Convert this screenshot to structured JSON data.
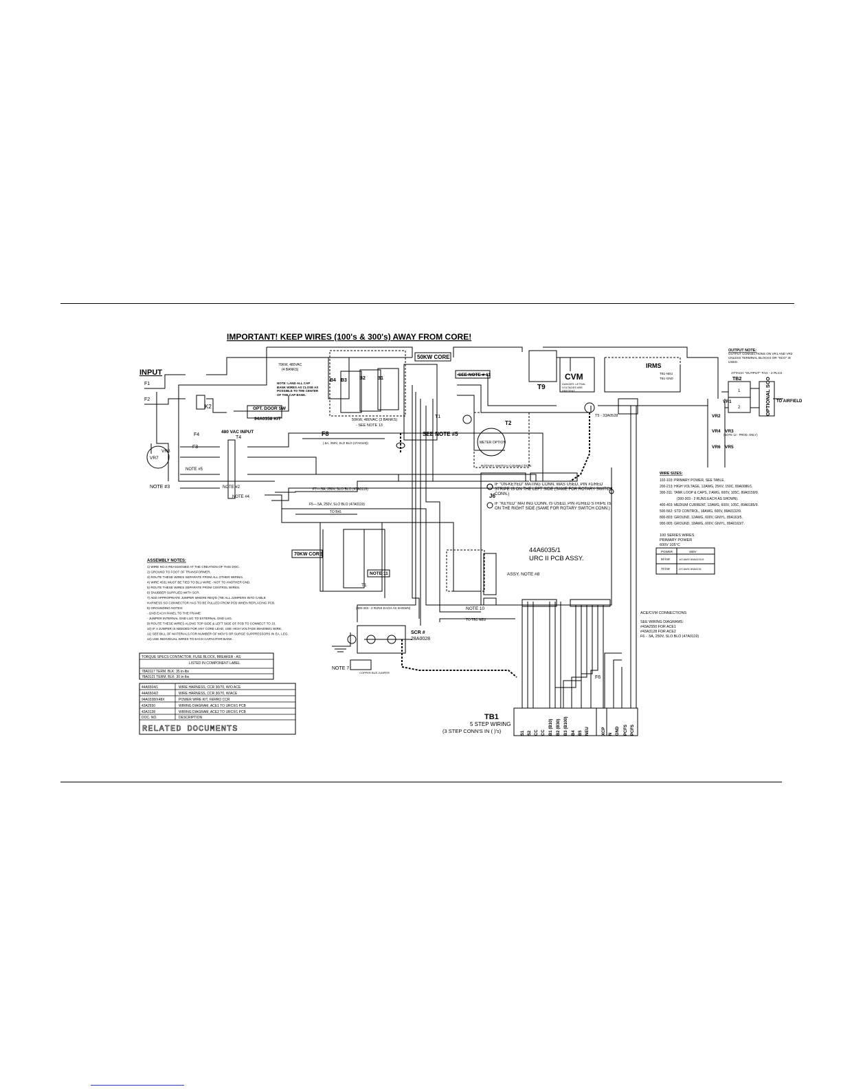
{
  "title": "IMPORTANT! KEEP WIRES (100's & 300's) AWAY FROM CORE!",
  "input_label": "INPUT",
  "fuses": {
    "f1": "F1",
    "f2": "F2",
    "f3": "F3",
    "f4": "F4",
    "f5": "F5",
    "f6": "F6",
    "f7": "F7",
    "f8": "F8"
  },
  "f8_spec": "(.5A, 250V, SLO BLO (47A0119))",
  "f7_spec": "F7—.5A, 250V, SLO BLO (47A0119)",
  "f5_spec": "F5—.5A, 250V, SLO BLO (47A0119)",
  "to_b41": "TO B41",
  "k2": "K2",
  "opt_door_sw": "OPT. DOOR SW",
  "kit_94a0358": "94A0358 KIT",
  "vac_480_input": "480 VAC INPUT",
  "t4": "T4",
  "note_2": "NOTE #2",
  "note_3": "NOTE #3",
  "note_4": "NOTE #4",
  "note_5_small": "NOTE #5",
  "vr7": "VR7",
  "vr8": "VR8",
  "cap_70kw": "70KW, 480VAC",
  "cap_70kw_banks": "(4 BANKS)",
  "cap_note": "NOTE: LAND ALL CAP BANK WIRES AS CLOSE AS POSSIBLE TO THE CENTER OF THE CAP BANK.",
  "bank_labels": [
    "B4",
    "B3",
    "B2",
    "B1"
  ],
  "cap_50kw": "50KW, 480VAC (3 BANKS)",
  "see_note_13": "- SEE NOTE 13",
  "core_50kw": "50KW CORE",
  "see_note_11": "SEE NOTE # 11",
  "t1": "T1",
  "see_note_5": "SEE NOTE #5",
  "t2": "T2",
  "meter_option": "METER OPTION",
  "t9": "T9",
  "cvm": "CVM",
  "cvm_warning": "DANGER: LETHAL VOLTAGES ARE PRESENT",
  "irms": "IRMS",
  "tb1_neu_small": "TB1-NEU",
  "tb1_gnd_small": "TB1-GND",
  "t5_label": "T5 - 33A0528",
  "output_note_title": "OUTPUT NOTE:",
  "output_note": "OUTPUT CONNECTIONS ON VR1 AND VR2 UNLESS TERMINAL BLOCKS OR \"SCO\" IS USED.",
  "attach_output": "ATTACH \"OUTPUT\" TAG - 2 PLCS",
  "tb2": "TB2",
  "optional_sco": "OPTIONAL SCO",
  "to_airfield": "TO AIRFIELD",
  "vr_labels": {
    "vr1": "VR1",
    "vr2": "VR2",
    "vr3": "VR3",
    "vr4": "VR4",
    "vr5": "VR5",
    "vr6": "VR6"
  },
  "vr3_note": "(NOTE 12 - PROD. ONLY)",
  "rotary_switch": "ROTARY SWITCH CONNECTION",
  "j6": "J6",
  "unkeyed_note": "IF \"UN-KEYED\" MATING CONN. WAS USED, PIN #1/RED STRIPE IS ON THE LEFT SIDE (SAME FOR ROTARY SWITCH CONN.)",
  "keyed_note": "IF \"KEYED\" MATING CONN. IS USED, PIN #1/RED STRIPE IS ON THE RIGHT SIDE (SAME FOR ROTARY SWITCH CONN.)",
  "pcb_part": "44A6035/1",
  "pcb_name": "URC II PCB ASSY.",
  "assy_note": "ASSY. NOTE #8",
  "core_70kw": "70KW CORE",
  "note_11": "NOTE 11",
  "note_10": "NOTE 10",
  "to_tb1_neu": "TO TB1 NEU",
  "scr_label": "SCR #",
  "scr_part": "28A0028",
  "note_7": "NOTE 7",
  "copper_bus": "COPPER BUS JUMPER",
  "runs_note": "(300-303 - 2 RUNS EACH AS SHOWN)",
  "tb1": "TB1",
  "five_step": "5 STEP WIRING",
  "three_step": "(3 STEP CONN'S IN ( )'s)",
  "tb1_terminals": [
    "S1",
    "S2",
    "CC",
    "CC",
    "B1 (B10)",
    "B2 (B30)",
    "B3 (B100)",
    "B4",
    "B5",
    "NEU"
  ],
  "tb1b_terminals": [
    "XCP",
    "N",
    "GND",
    "PCFS",
    "PCFS"
  ],
  "wire_sizes_title": "WIRE SIZES:",
  "wire_sizes": [
    "102-103: PRIMARY POWER, SEE TABLE.",
    "200-213: HIGH VOLTAGE, 12AWG, 25KV, 150C, 89A0086/1.",
    "300-311: TANK LOOP & CAPS, 2 AWG, 600V, 105C, 89A0159/9.",
    "(300-303 - 2 RUNS EACH AS SHOWN).",
    "400-403: MEDIUM CURRENT, 12AWG, 600V, 105C, 89A0185/9.",
    "500-562: STD CONTROL, 18AWG, 600V, 89A0132/9.",
    "800-803: GROUND, 12AWG, 600V, GN/YL, 89A163/5.",
    "900-905: GROUND, 18AWG, 600V, GN/YL, 89A0163/7."
  ],
  "series100_title": "100 SERIES WIRES",
  "series100_sub1": "PRIMARY POWER",
  "series100_sub2": "600V    105°C",
  "power_table": {
    "headers": [
      "POWER",
      "480V"
    ],
    "rows": [
      [
        "50 kW",
        "1/0 AWG 89A0231/9"
      ],
      [
        "70 kW",
        "2/0 AWG 89A0231"
      ]
    ]
  },
  "ace_title": "ACE/CVM CONNECTIONS",
  "ace_lines": [
    "SEE WIRING DIAGRAMS:",
    "#43A2550 FOR ACE1",
    "#43A3128 FOR ACE2",
    "F6 - .5A, 250V, SLO BLO (47A0119)"
  ],
  "assembly_title": "ASSEMBLY NOTES:",
  "assembly_notes": [
    "1) WIRE NO.S REASSIGNED AT THE CREATION OF THIS DOC.",
    "2) GROUND TO FOOT OF TRANSFORMER.",
    "3) ROUTE THESE WIRES SEPARATE FROM ALL OTHER WIRING.",
    "4) WIRE #531 MUST BE TIED TO BLU WIRE - NOT TO ANOTHER GND.",
    "5) ROUTE THESE WIRES SEPARATE FROM CONTROL WIRES.",
    "6) SNUBBER SUPPLIED WITH SCR.",
    "7) ADD APPROPRIATE JUMPER WHERE REQ'D (TIE ALL JUMPERS INTO CABLE",
    "   HARNESS SO CONNECTOR HAS TO BE PULLED FROM PCB WHEN REPLACING PCB.",
    "8) GROUNDING NOTES:",
    "   - GND EACH PANEL TO THE FRAME",
    "   - JUMPER INTERNAL GND LUG TO EXTERNAL GND LUG.",
    "9) ROUTE THESE WIRES ALONG TOP SIDE & LEFT SIDE OF PCB TO CONNECT TO J3.",
    "10) IF A JUMPER IS NEEDED FOR ANY CORE LEAD, USE HIGH VOLTAGE 89A0086/1 WIRE.",
    "11) SEE BILL OF MATERIALS FOR NUMBER OF MOV'S OR SURGE SUPPRESSORS IN EA. LEG.",
    "12) USE INDIVIDUAL WIRES TO EACH CAPACITOR BANK."
  ],
  "torque_title": "TORQUE SPECS CONTACTOR, FUSE BLOCK, BREAKER - AS",
  "torque_sub": "LISTED IN COMPONENT LABEL",
  "torque_rows": [
    "78A0117 TERM. BLK: 35 in-lbs",
    "78A0121 TERM. BLK: 30 in-lbs"
  ],
  "related_docs": [
    [
      "44A6504/1",
      "WIRE HARNESS, CCR 30/70, W/O ACE"
    ],
    [
      "44A6504/2",
      "WIRE HARNESS, CCR 30/70, W/ACE"
    ],
    [
      "94A0338/X48X",
      "POWER WIRE KIT, FERRO CCR"
    ],
    [
      "43A2550",
      "WIRING DIAGRAM, ACE1 TO URCII/1 PCB"
    ],
    [
      "43A3128",
      "WIRING DIAGRAM, ACE2 TO URCII/1 PCB"
    ],
    [
      "DOC. NO.",
      "DESCRIPTION"
    ]
  ],
  "related_title": "RELATED DOCUMENTS"
}
